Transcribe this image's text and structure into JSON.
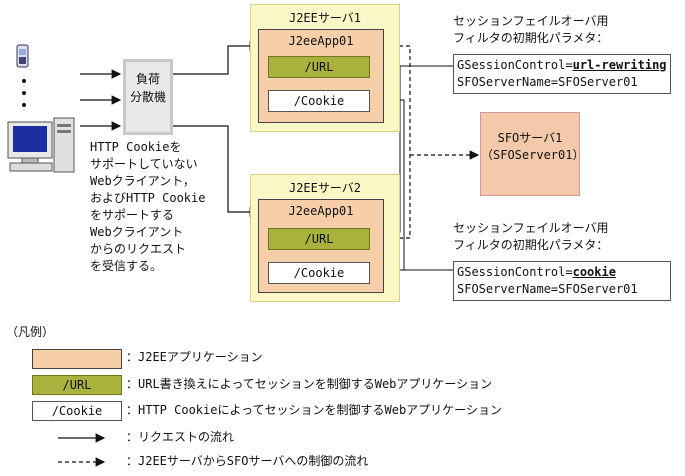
{
  "servers": [
    {
      "title": "J2EEサーバ1",
      "app": "J2eeApp01",
      "url_label": "/URL",
      "cookie_label": "/Cookie"
    },
    {
      "title": "J2EEサーバ2",
      "app": "J2eeApp01",
      "url_label": "/URL",
      "cookie_label": "/Cookie"
    }
  ],
  "load_balancer": {
    "line1": "負荷",
    "line2": "分散機"
  },
  "client_text": [
    "HTTP Cookieを",
    "サポートしていない",
    "Webクライアント，",
    "およびHTTP Cookie",
    "をサポートする",
    "Webクライアント",
    "からのリクエスト",
    "を受信する。"
  ],
  "param_blocks": [
    {
      "heading": [
        "セッションフェイルオーバ用",
        "フィルタの初期化パラメタ："
      ],
      "key1": "GSessionControl=",
      "val1": "url-rewriting",
      "line2": "SFOServerName=SFOServer01"
    },
    {
      "heading": [
        "セッションフェイルオーバ用",
        "フィルタの初期化パラメタ："
      ],
      "key1": "GSessionControl=",
      "val1": "cookie",
      "line2": "SFOServerName=SFOServer01"
    }
  ],
  "sfo_server": {
    "line1": "SFOサーバ1",
    "line2": "（SFOServer01）"
  },
  "legend": {
    "title": "（凡例）",
    "items": [
      {
        "sample": "",
        "desc": "：J2EEアプリケーション"
      },
      {
        "sample": "/URL",
        "desc": "：URL書き換えによってセッションを制御するWebアプリケーション"
      },
      {
        "sample": "/Cookie",
        "desc": "：HTTP Cookieによってセッションを制御するWebアプリケーション"
      },
      {
        "sample": "",
        "desc": "：リクエストの流れ"
      },
      {
        "sample": "",
        "desc": "：J2EEサーバからSFOサーバへの制御の流れ"
      }
    ]
  },
  "colors": {
    "server_bg": "#fbf7c6",
    "app_bg": "#f6cfa9",
    "url_bg": "#a8b23c",
    "sfo_bg": "#f3c9a9",
    "lb_bg": "#e9e9e9"
  }
}
